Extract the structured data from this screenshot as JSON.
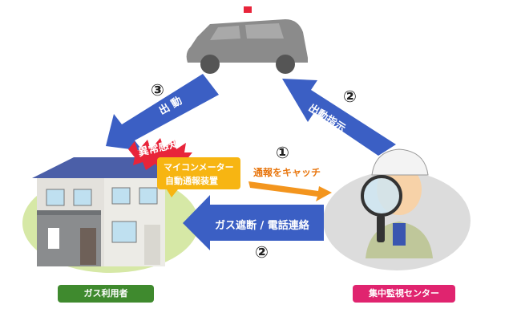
{
  "steps": {
    "one": {
      "number": "①",
      "label": "通報をキャッチ"
    },
    "two_top": {
      "number": "②",
      "label": "出動指示"
    },
    "two_bottom": {
      "number": "②",
      "label": "ガス遮断 / 電話連絡"
    },
    "three": {
      "number": "③",
      "label": "出 動"
    }
  },
  "meter": {
    "alert": "異常感知",
    "line1": "マイコンメーター",
    "line2": "自動通報装置"
  },
  "labels": {
    "gas_user": "ガス利用者",
    "center": "集中監視センター"
  },
  "colors": {
    "blue_arrow": "#3b5fc4",
    "orange_arrow": "#f3951e",
    "green_label": "#3f8a2e",
    "pink_label": "#e0246f",
    "meter_box": "#f7b512",
    "alert_red": "#e8243a"
  }
}
